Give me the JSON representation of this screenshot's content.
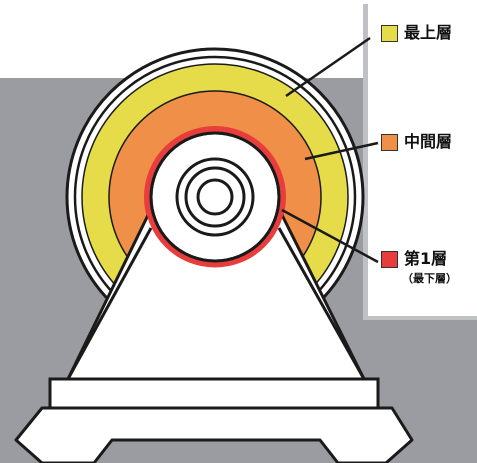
{
  "colors": {
    "background_gray": "#9a9ca1",
    "panel_white": "#ffffff",
    "top_layer_yellow": "#e6dc4a",
    "middle_layer_orange": "#f08f48",
    "first_layer_red": "#e83d3d",
    "outline": "#1a1a1a"
  },
  "legend": {
    "top": {
      "label": "最上層",
      "color": "#e6dc4a"
    },
    "middle": {
      "label": "中間層",
      "color": "#f08f48"
    },
    "first": {
      "label": "第1層",
      "sub_label": "（最下層）",
      "color": "#e83d3d"
    }
  }
}
